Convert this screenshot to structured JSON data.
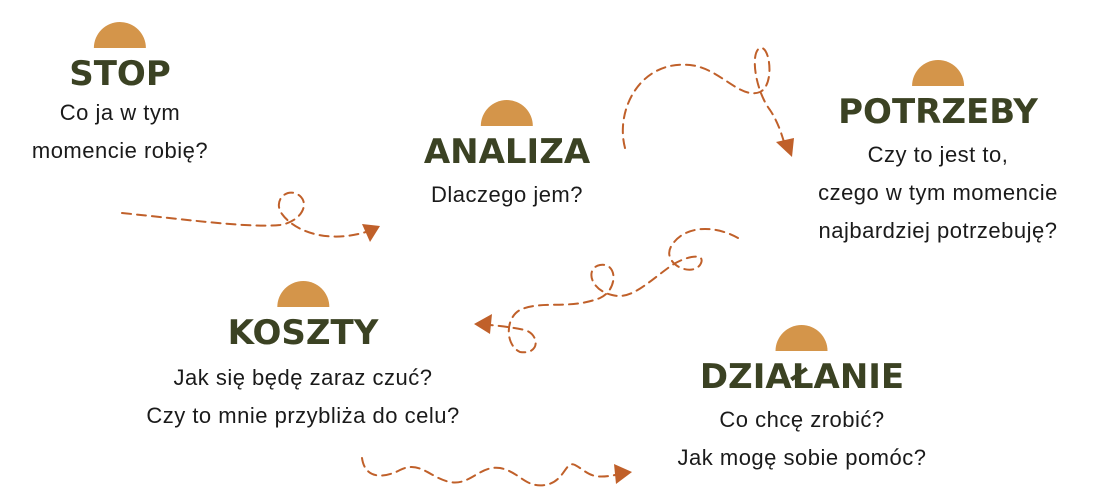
{
  "colors": {
    "sun": "#D4954A",
    "title": "#3B4223",
    "arrow": "#C0602A"
  },
  "steps": [
    {
      "title": "STOP",
      "lines": [
        "Co ja w tym",
        "momencie robię?"
      ]
    },
    {
      "title": "ANALIZA",
      "lines": [
        "Dlaczego jem?"
      ]
    },
    {
      "title": "POTRZEBY",
      "lines": [
        "Czy to jest to,",
        "czego w tym momencie",
        "najbardziej potrzebuję?"
      ]
    },
    {
      "title": "KOSZTY",
      "lines": [
        "Jak się będę zaraz czuć?",
        "Czy to mnie przybliża do celu?"
      ]
    },
    {
      "title": "DZIAŁANIE",
      "lines": [
        "Co chcę zrobić?",
        "Jak mogę sobie pomóc?"
      ]
    }
  ]
}
